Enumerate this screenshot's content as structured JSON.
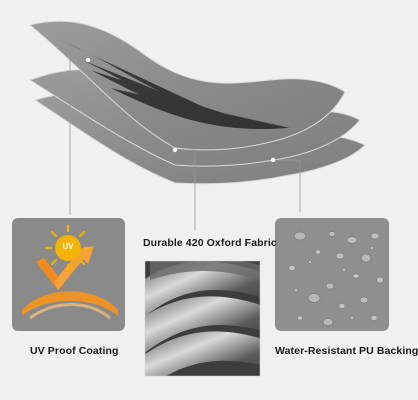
{
  "features": {
    "uv": {
      "label": "UV Proof Coating",
      "badge": "UV",
      "icon": "sun-icon"
    },
    "fabric": {
      "label": "Durable 420 Oxford Fabric",
      "icon": "fabric-folds"
    },
    "backing": {
      "label": "Water-Resistant PU Backing",
      "icon": "water-droplets"
    }
  },
  "colors": {
    "background": "#f0f0f0",
    "layer": "#8d8d8d",
    "panel": "#8a8a8a",
    "sun": "#f4b400",
    "arrow": "#f28a1e"
  }
}
